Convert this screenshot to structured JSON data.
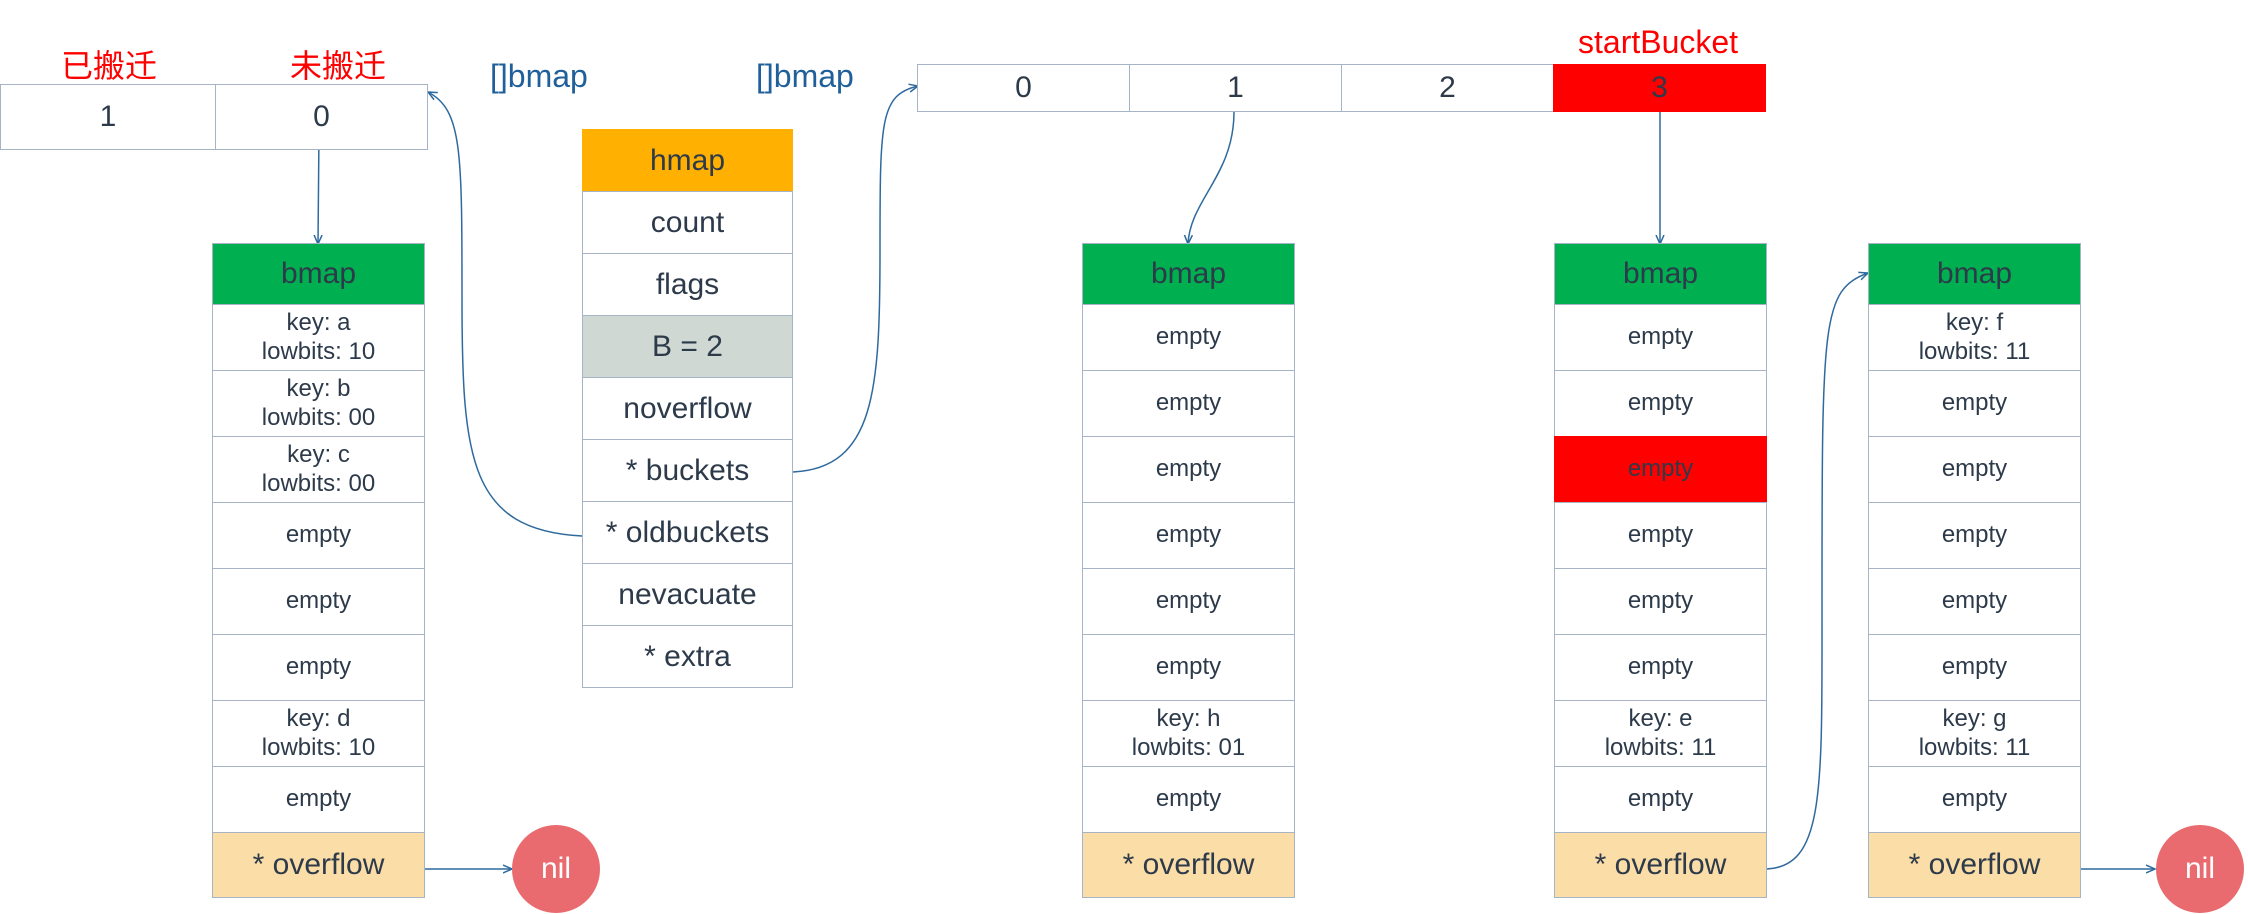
{
  "old_array": {
    "label_left": "已搬迁",
    "label_right": "未搬迁",
    "type_label": "[]bmap",
    "cells": [
      "1",
      "0"
    ]
  },
  "new_array": {
    "type_label": "[]bmap",
    "start_label": "startBucket",
    "cells": [
      "0",
      "1",
      "2",
      "3"
    ]
  },
  "hmap": {
    "fields": [
      "hmap",
      "count",
      "flags",
      "B = 2",
      "noverflow",
      "* buckets",
      "* oldbuckets",
      "nevacuate",
      "* extra"
    ]
  },
  "buckets": [
    {
      "head": "bmap",
      "slots": [
        [
          "key: a",
          "lowbits: 10"
        ],
        [
          "key: b",
          "lowbits: 00"
        ],
        [
          "key: c",
          "lowbits: 00"
        ],
        [
          "empty"
        ],
        [
          "empty"
        ],
        [
          "empty"
        ],
        [
          "key: d",
          "lowbits: 10"
        ],
        [
          "empty"
        ]
      ],
      "overflow": "* overflow"
    },
    {
      "head": "bmap",
      "slots": [
        [
          "empty"
        ],
        [
          "empty"
        ],
        [
          "empty"
        ],
        [
          "empty"
        ],
        [
          "empty"
        ],
        [
          "empty"
        ],
        [
          "key: h",
          "lowbits: 01"
        ],
        [
          "empty"
        ]
      ],
      "overflow": "* overflow"
    },
    {
      "head": "bmap",
      "slots": [
        [
          "empty"
        ],
        [
          "empty"
        ],
        [
          "empty"
        ],
        [
          "empty"
        ],
        [
          "empty"
        ],
        [
          "empty"
        ],
        [
          "key: e",
          "lowbits: 11"
        ],
        [
          "empty"
        ]
      ],
      "overflow": "* overflow"
    },
    {
      "head": "bmap",
      "slots": [
        [
          "key: f",
          "lowbits: 11"
        ],
        [
          "empty"
        ],
        [
          "empty"
        ],
        [
          "empty"
        ],
        [
          "empty"
        ],
        [
          "empty"
        ],
        [
          "key: g",
          "lowbits: 11"
        ],
        [
          "empty"
        ]
      ],
      "overflow": "* overflow"
    }
  ],
  "nil_label": "nil",
  "colors": {
    "bmap_header": "#00b050",
    "hmap_header": "#ffb000",
    "overflow_cell": "#fbdda8",
    "highlight": "#ff0000",
    "nil_node": "#ea6b6f",
    "arrow": "#2e6a9e"
  }
}
